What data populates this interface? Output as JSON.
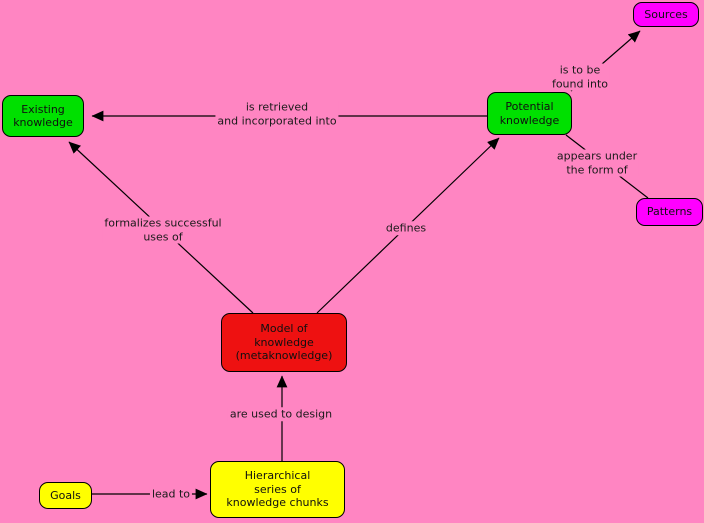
{
  "colors": {
    "background": "#FF85C2",
    "node_green": "#00E000",
    "node_red": "#EE1111",
    "node_yellow": "#FFFF00",
    "node_magenta": "#FF00FF",
    "line": "#000000",
    "text": "#101010"
  },
  "diagram": {
    "nodes": {
      "sources": {
        "lines": [
          "Sources"
        ],
        "color": "#FF00FF"
      },
      "existing_knowledge": {
        "lines": [
          "Existing",
          "knowledge"
        ],
        "color": "#00E000"
      },
      "potential_knowledge": {
        "lines": [
          "Potential",
          "knowledge"
        ],
        "color": "#00E000"
      },
      "patterns": {
        "lines": [
          "Patterns"
        ],
        "color": "#FF00FF"
      },
      "model_of_knowledge": {
        "lines": [
          "Model of",
          "knowledge",
          "(metaknowledge)"
        ],
        "color": "#EE1111"
      },
      "hierarchical_series": {
        "lines": [
          "Hierarchical",
          "series of",
          "knowledge chunks"
        ],
        "color": "#FFFF00"
      },
      "goals": {
        "lines": [
          "Goals"
        ],
        "color": "#FFFF00"
      }
    },
    "edges": {
      "is_retrieved": {
        "lines": [
          "is retrieved",
          "and incorporated into"
        ]
      },
      "is_to_be_found": {
        "lines": [
          "is to be",
          "found into"
        ]
      },
      "appears_under": {
        "lines": [
          "appears under",
          "the form of"
        ]
      },
      "formalizes": {
        "lines": [
          "formalizes successful",
          "uses of"
        ]
      },
      "defines": {
        "lines": [
          "defines"
        ]
      },
      "are_used_to_design": {
        "lines": [
          "are used to design"
        ]
      },
      "lead_to": {
        "lines": [
          "lead to"
        ]
      }
    }
  }
}
